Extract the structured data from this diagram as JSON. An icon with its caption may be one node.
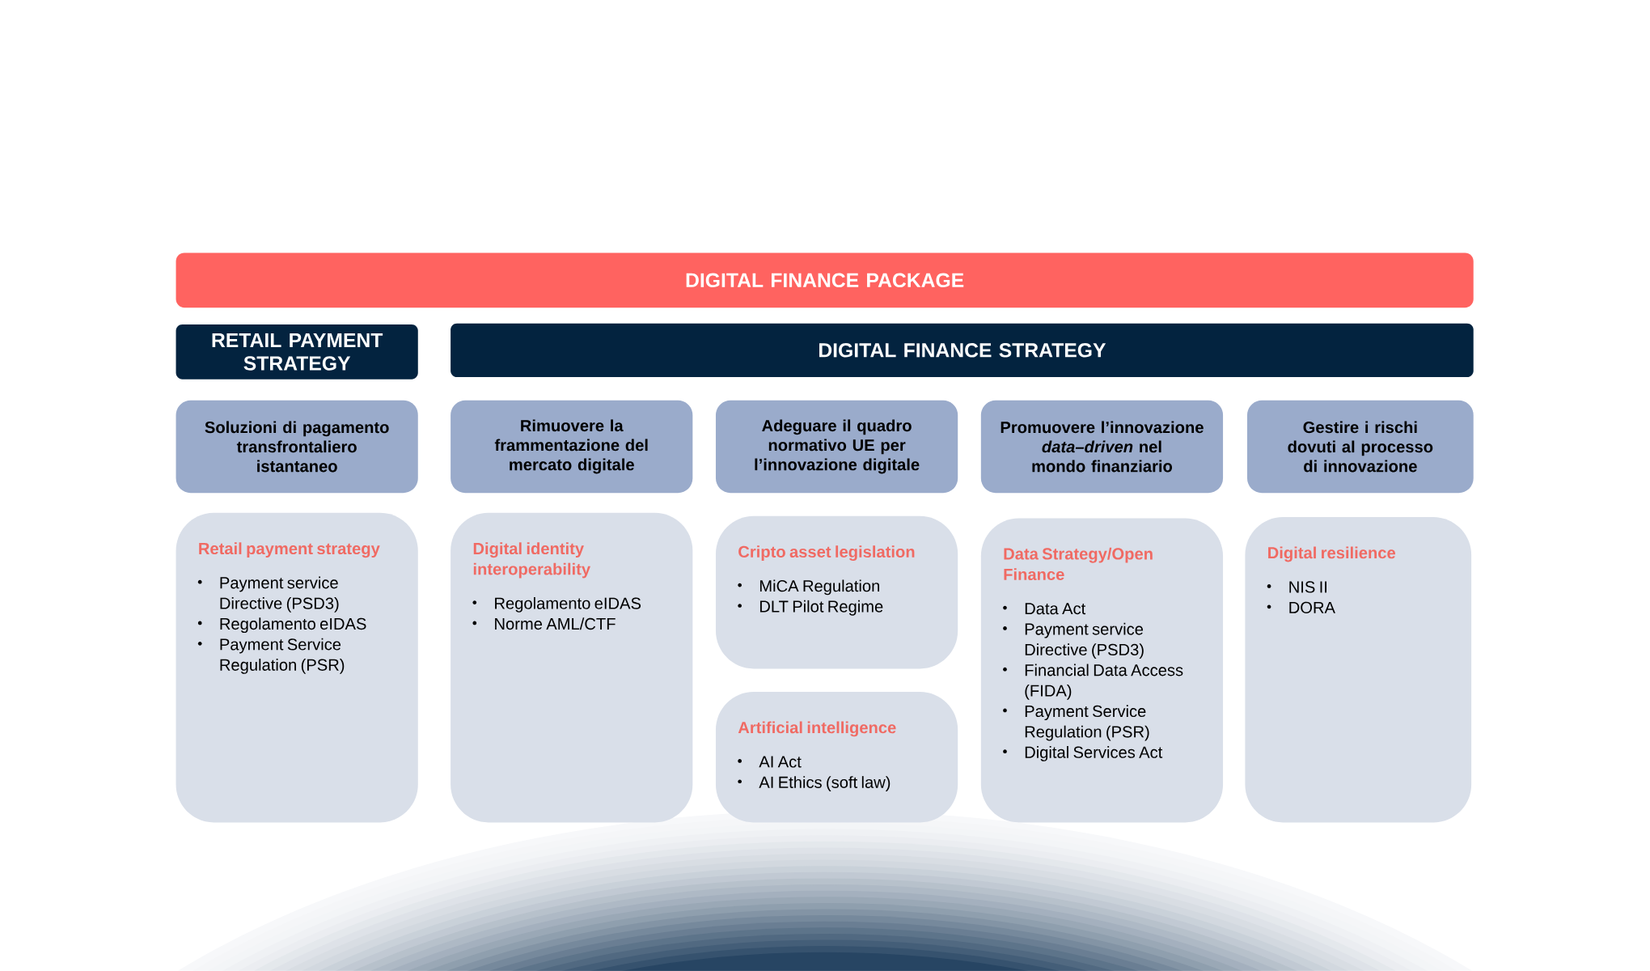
{
  "diagram": {
    "nodes": [
      {
        "text": [
          "DIGITAL FINANCE PACKAGE"
        ]
      },
      {
        "text": [
          "RETAIL PAYMENT STRATEGY"
        ]
      },
      {
        "text": [
          "DIGITAL FINANCE STRATEGY"
        ]
      },
      {
        "text": [
          "Soluzioni di pagamento transfrontaliero istantaneo"
        ]
      },
      {
        "text": [
          "Rimuovere la frammentazione del mercato digitale"
        ]
      },
      {
        "text": [
          "Adeguare il quadro normativo UE per l’innovazione digitale"
        ]
      },
      {
        "text": [
          "Promuovere l’innovazione *data–driven* nel mondo finanziario"
        ]
      },
      {
        "text": [
          "Gestire i rischi dovuti al processo di innovazione"
        ]
      },
      {
        "text": [
          "Retail payment strategy",
          "Payment service Directive (PSD3)",
          "Regolamento eIDAS",
          "Payment Service Regulation (PSR)"
        ]
      },
      {
        "text": [
          "Digital identity interoperability",
          "Regolamento eIDAS",
          "Norme AML/CTF"
        ]
      },
      {
        "text": [
          "Cripto asset legislation",
          "MiCA Regulation",
          "DLT Pilot Regime"
        ]
      },
      {
        "text": [
          "Artificial intelligence",
          "AI Act",
          "AI Ethics (soft law)"
        ]
      },
      {
        "text": [
          "Data Strategy/Open Finance",
          "Data Act",
          "Payment service Directive (PSD3)",
          "Financial Data Access (FIDA)",
          "Payment Service Regulation (PSR)",
          "Digital Services Act"
        ]
      },
      {
        "text": [
          "Digital resilience",
          "NIS II",
          "DORA"
        ]
      }
    ]
  }
}
